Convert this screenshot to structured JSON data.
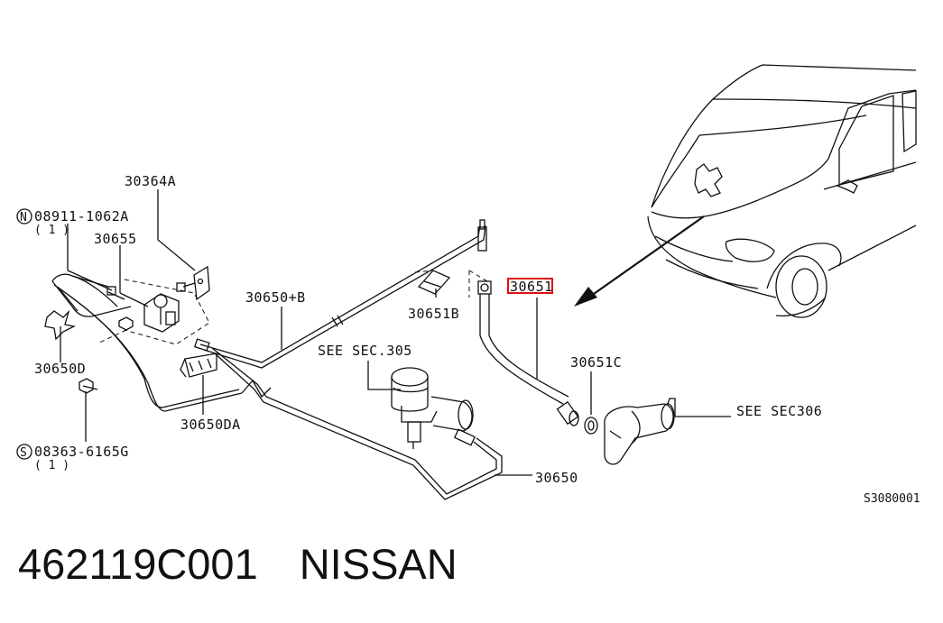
{
  "diagram": {
    "labels": {
      "bracket": "30364A",
      "nut_code": "08911-1062A",
      "nut_qty": "( 1 )",
      "nut_symbol": "N",
      "clip": "30655",
      "tube_b": "30650+B",
      "bracket_b": "30651B",
      "hose": "30651",
      "see_305": "SEE SEC.305",
      "gasket": "30651C",
      "see_306": "SEE SEC306",
      "clamp": "30650D",
      "clamp_a": "30650DA",
      "bolt_code": "08363-6165G",
      "bolt_qty": "( 1 )",
      "bolt_symbol": "S",
      "tube": "30650"
    },
    "highlight_color": "#e01010",
    "reference_code": "S3080001"
  },
  "caption": {
    "part_number": "462119C001",
    "brand": "NISSAN"
  }
}
